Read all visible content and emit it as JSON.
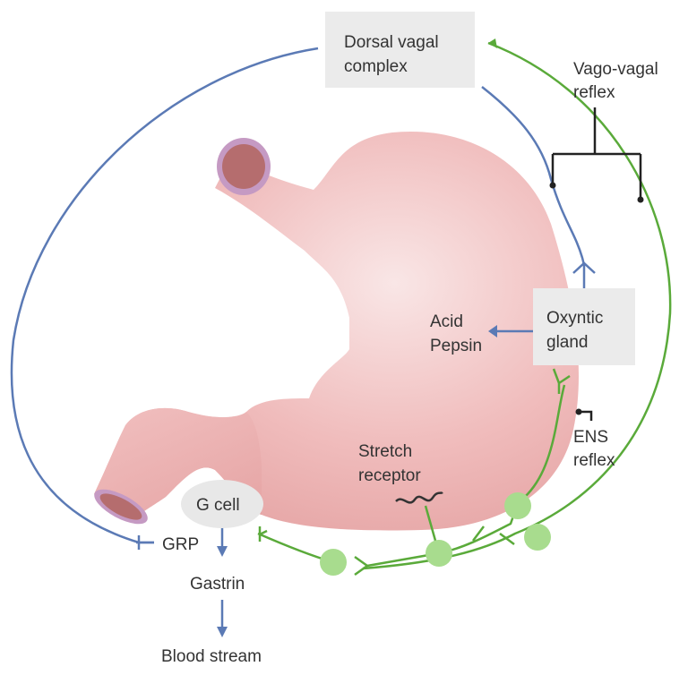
{
  "labels": {
    "dorsal_vagal_line1": "Dorsal vagal",
    "dorsal_vagal_line2": "complex",
    "vago_vagal_line1": "Vago-vagal",
    "vago_vagal_line2": "reflex",
    "oxyntic_line1": "Oxyntic",
    "oxyntic_line2": "gland",
    "acid": "Acid",
    "pepsin": "Pepsin",
    "ens_line1": "ENS",
    "ens_line2": "reflex",
    "stretch_line1": "Stretch",
    "stretch_line2": "receptor",
    "g_cell": "G cell",
    "grp": "GRP",
    "gastrin": "Gastrin",
    "blood_stream": "Blood stream"
  },
  "colors": {
    "vagal_efferent": "#5b7ab5",
    "afferent": "#5aaa3a",
    "neuron_body": "#a8dc8e",
    "label_box": "#ebebeb",
    "stomach": "#eba9a8",
    "stomach_highlight": "#f9e6e6",
    "g_cell": "#e8e8e8",
    "bracket": "#222222"
  }
}
